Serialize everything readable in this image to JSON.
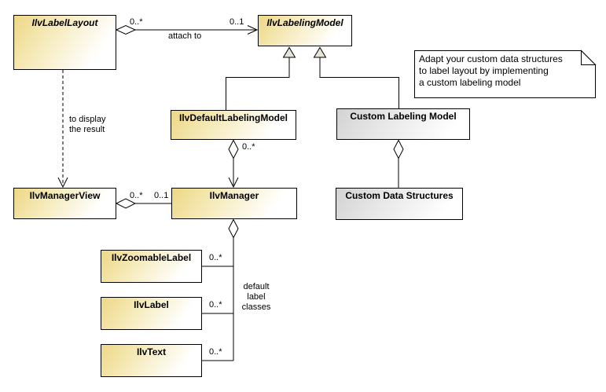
{
  "classes": {
    "label_layout": {
      "name": "IlvLabelLayout",
      "abstract": true
    },
    "labeling_model": {
      "name": "IlvLabelingModel",
      "abstract": true
    },
    "default_labeling_model": {
      "name": "IlvDefaultLabelingModel",
      "abstract": false
    },
    "custom_labeling_model": {
      "name": "Custom Labeling Model",
      "abstract": false
    },
    "manager_view": {
      "name": "IlvManagerView",
      "abstract": false
    },
    "manager": {
      "name": "IlvManager",
      "abstract": false
    },
    "custom_data_structures": {
      "name": "Custom Data Structures",
      "abstract": false
    },
    "zoomable_label": {
      "name": "IlvZoomableLabel",
      "abstract": false
    },
    "label": {
      "name": "IlvLabel",
      "abstract": false
    },
    "text": {
      "name": "IlvText",
      "abstract": false
    }
  },
  "edges": {
    "attach_to": {
      "label": "attach to",
      "source_multiplicity": "0..*",
      "target_multiplicity": "0..1"
    },
    "to_display": {
      "line1": "to display",
      "line2": "the result"
    },
    "default_labeling_to_manager": {
      "multiplicity": "0..*"
    },
    "manager_view_to_manager": {
      "source_multiplicity": "0..*",
      "target_multiplicity": "0..1"
    },
    "manager_to_zoomable_label": {
      "multiplicity": "0..*"
    },
    "manager_to_label": {
      "multiplicity": "0..*"
    },
    "manager_to_text": {
      "multiplicity": "0..*"
    }
  },
  "annotations": {
    "default_label_classes": {
      "line1": "default",
      "line2": "label",
      "line3": "classes"
    }
  },
  "note": {
    "line1": "Adapt your custom data structures",
    "line2": "to label layout by implementing",
    "line3": "a custom labeling model"
  },
  "colors": {
    "class_fill_yellow": "#EDD885",
    "class_fill_gray": "#D3D3D3",
    "border": "#000000",
    "triangle_fill": "#E6E3D8",
    "background": "#FFFFFF"
  }
}
